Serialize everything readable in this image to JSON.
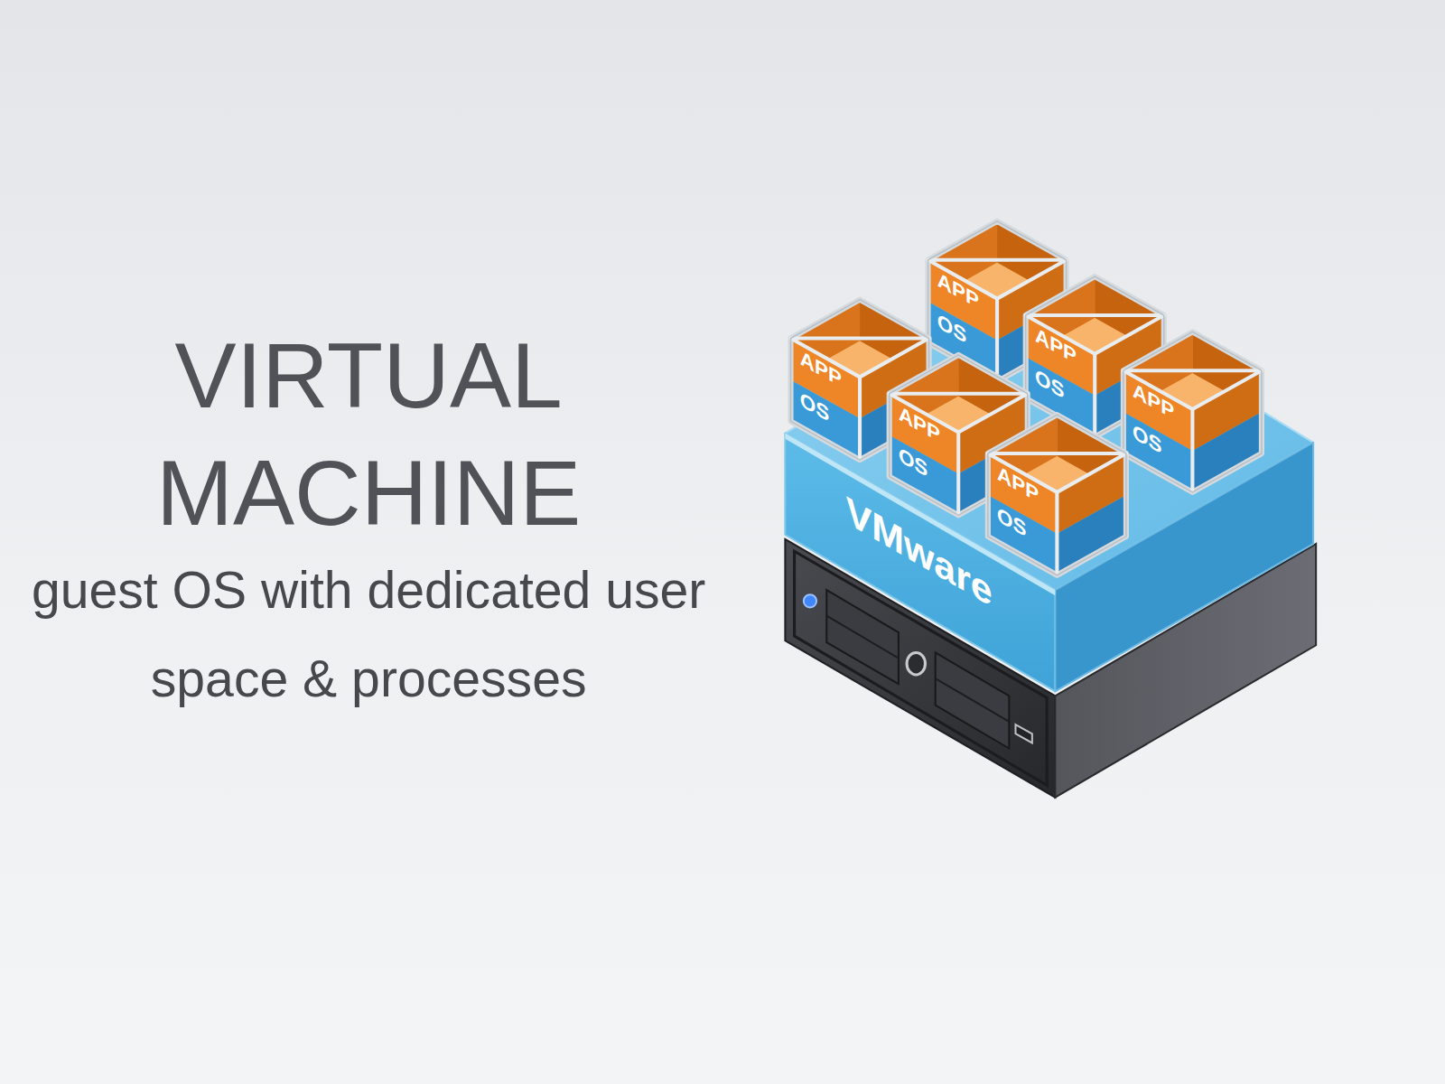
{
  "diagram": {
    "title": "VIRTUAL MACHINE",
    "caption": "guest OS with dedicated user space & processes",
    "nodes": [
      {
        "text": [
          "VMware"
        ]
      },
      {
        "text": [
          "APP",
          "OS"
        ],
        "in": 0
      },
      {
        "text": [
          "APP",
          "OS"
        ],
        "in": 0
      },
      {
        "text": [
          "APP",
          "OS"
        ],
        "in": 0
      },
      {
        "text": [
          "APP",
          "OS"
        ],
        "in": 0
      },
      {
        "text": [
          "APP",
          "OS"
        ],
        "in": 0
      },
      {
        "text": [
          "APP",
          "OS"
        ],
        "in": 0
      }
    ]
  }
}
